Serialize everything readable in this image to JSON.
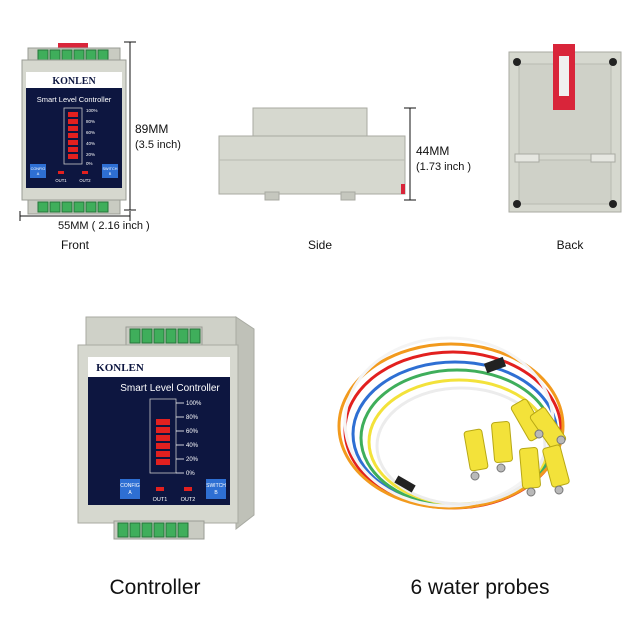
{
  "device": {
    "brand": "KONLEN",
    "model_label": "Smart Level Controller",
    "scale": [
      "100%",
      "80%",
      "60%",
      "40%",
      "20%",
      "0%"
    ],
    "button_a": [
      "CONFIG",
      "A"
    ],
    "button_b": [
      "SWITCH",
      "B"
    ],
    "out1": "OUT1",
    "out2": "OUT2"
  },
  "front": {
    "height_mm": "89MM",
    "height_inch": "(3.5 inch)",
    "width_text": "55MM ( 2.16 inch )",
    "caption": "Front"
  },
  "side": {
    "height_mm": "44MM",
    "height_inch": "(1.73 inch )",
    "caption": "Side"
  },
  "back": {
    "caption": "Back"
  },
  "bottom": {
    "controller_caption": "Controller",
    "probes_caption": "6 water probes"
  },
  "colors": {
    "housing": "#d6d8cf",
    "panel": "#0d1640",
    "terminal": "#3fae5b",
    "led_red": "#e2201f",
    "clip_yellow": "#f3e23a",
    "tab_red": "#d9253a",
    "accent_blue": "#2e6fd3"
  }
}
